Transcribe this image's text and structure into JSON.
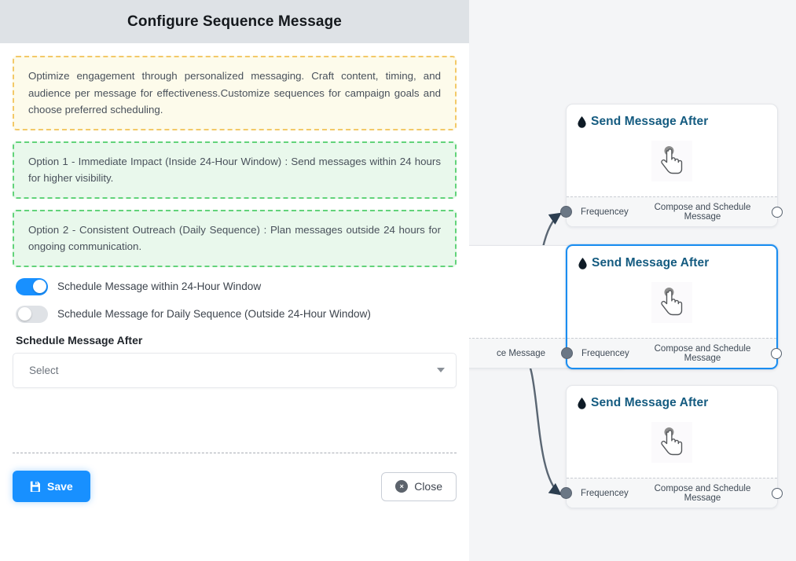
{
  "panel": {
    "title": "Configure Sequence Message",
    "callouts": [
      {
        "kind": "warn",
        "text": "Optimize engagement through personalized messaging. Craft content, timing, and audience per message for effectiveness.Customize sequences for campaign goals and choose preferred scheduling."
      },
      {
        "kind": "ok",
        "text": "Option 1 - Immediate Impact (Inside 24-Hour Window) : Send messages within 24 hours for higher visibility."
      },
      {
        "kind": "ok",
        "text": "Option 2 - Consistent Outreach (Daily Sequence) : Plan messages outside 24 hours for ongoing communication."
      }
    ],
    "toggles": [
      {
        "label": "Schedule Message within 24-Hour Window",
        "state": "on"
      },
      {
        "label": "Schedule Message for Daily Sequence (Outside 24-Hour Window)",
        "state": "off"
      }
    ],
    "schedule_field": {
      "label": "Schedule Message After",
      "value": "Select",
      "placeholder": "Select"
    },
    "footer": {
      "save_label": "Save",
      "close_label": "Close",
      "close_glyph": "×"
    }
  },
  "canvas": {
    "background": "#f4f5f7",
    "accent_selected": "#1a8df0",
    "node_title_color": "#145b80",
    "nodes": [
      {
        "id": "node-1",
        "title": "Send Message After",
        "icon": "droplet-icon",
        "body_icon": "pointing-hand-cursor-icon",
        "footer_left": "Frequencey",
        "footer_right": "Compose and Schedule Message",
        "selected": false
      },
      {
        "id": "node-2",
        "title": "Send Message After",
        "icon": "droplet-icon",
        "body_icon": "pointing-hand-cursor-icon",
        "footer_left": "Frequencey",
        "footer_right": "Compose and Schedule Message",
        "selected": true
      },
      {
        "id": "node-3",
        "title": "Send Message After",
        "icon": "droplet-icon",
        "body_icon": "pointing-hand-cursor-icon",
        "footer_left": "Frequencey",
        "footer_right": "Compose and Schedule Message",
        "selected": false
      }
    ],
    "partial_node": {
      "id": "node-source",
      "footer_right": "ce Message"
    }
  }
}
